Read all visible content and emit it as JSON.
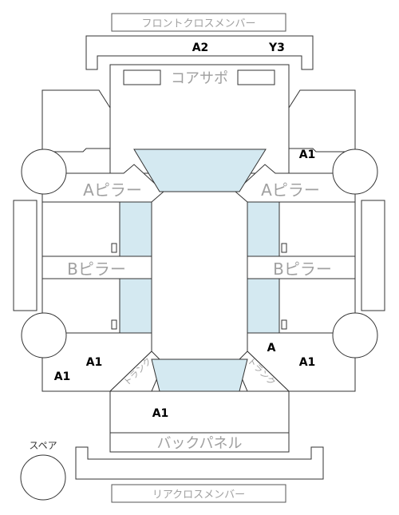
{
  "parts": {
    "front_cross_member": "フロントクロスメンバー",
    "core_support": "コアサポ",
    "a_pillar_left": "Aピラー",
    "a_pillar_right": "Aピラー",
    "b_pillar_left": "Bピラー",
    "b_pillar_right": "Bピラー",
    "trunk_left": "トランク",
    "trunk_right": "トランク",
    "back_panel": "バックパネル",
    "rear_cross_member": "リアクロスメンバー",
    "spare": "スペア"
  },
  "codes": {
    "front_a2": "A2",
    "front_y3": "Y3",
    "front_right_fender": "A1",
    "rear_left_inner": "A1",
    "rear_left_outer": "A1",
    "rear_right_inner": "A",
    "rear_right_outer": "A1",
    "trunk_floor": "A1"
  },
  "colors": {
    "glass": "#d4e9f1",
    "outline": "#333333",
    "label_gray": "#a0a0a0",
    "code": "#000000"
  }
}
